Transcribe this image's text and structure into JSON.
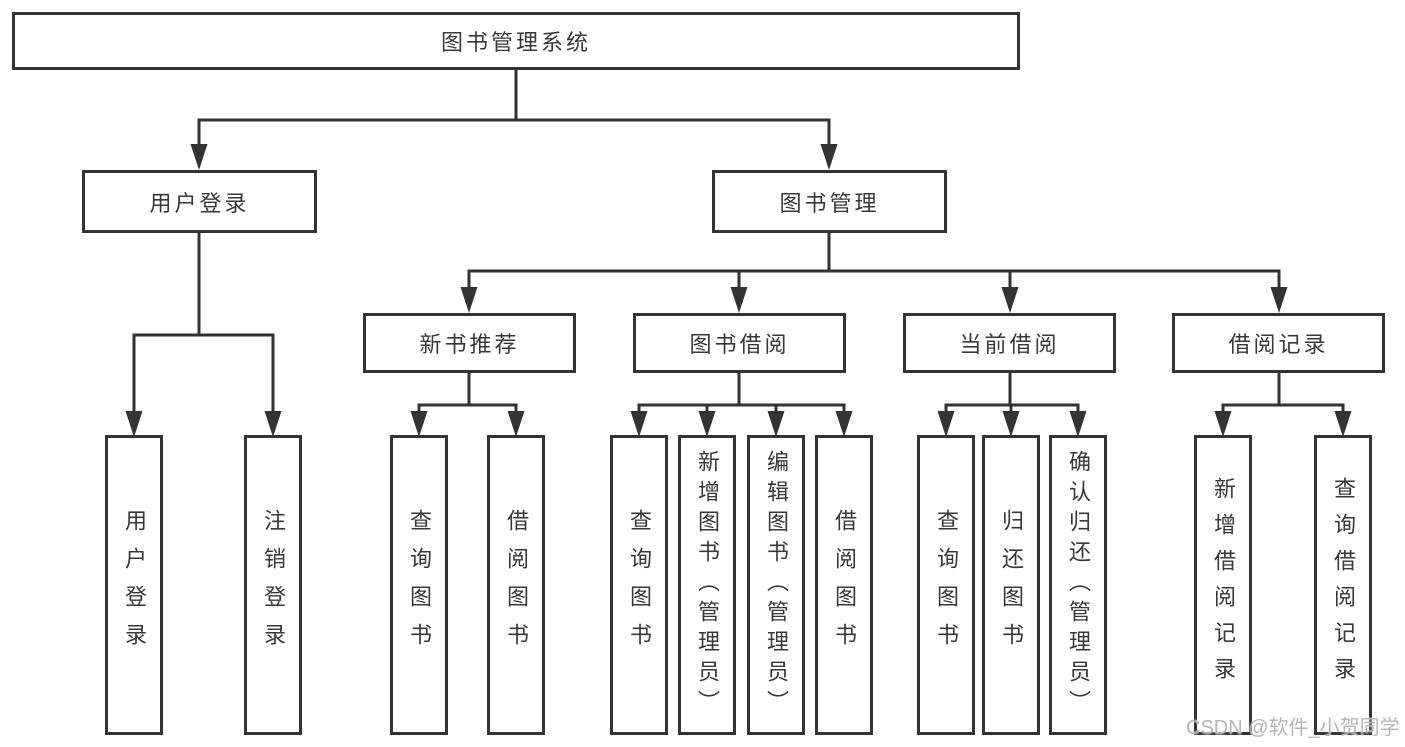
{
  "diagram_title": "图书管理系统",
  "nodes": {
    "root": {
      "label": "图书管理系统"
    },
    "userLogin": {
      "label": "用户登录"
    },
    "bookMgmt": {
      "label": "图书管理"
    },
    "newBookRec": {
      "label": "新书推荐"
    },
    "bookBorrow": {
      "label": "图书借阅"
    },
    "currentBorrow": {
      "label": "当前借阅"
    },
    "borrowRecord": {
      "label": "借阅记录"
    },
    "userLoginLeaf": {
      "label": "用户登录"
    },
    "logoutLeaf": {
      "label": "注销登录"
    },
    "recQuery": {
      "label": "查询图书"
    },
    "recBorrow": {
      "label": "借阅图书"
    },
    "bbQuery": {
      "label": "查询图书"
    },
    "bbAdd": {
      "label": "新增图书（管理员）"
    },
    "bbEdit": {
      "label": "编辑图书（管理员）"
    },
    "bbBorrow": {
      "label": "借阅图书"
    },
    "cbQuery": {
      "label": "查询图书"
    },
    "cbReturn": {
      "label": "归还图书"
    },
    "cbConfirm": {
      "label": "确认归还（管理员）"
    },
    "brAdd": {
      "label": "新增借阅记录"
    },
    "brQuery": {
      "label": "查询借阅记录"
    }
  },
  "edges": [
    {
      "from": "root",
      "to": [
        "userLogin",
        "bookMgmt"
      ]
    },
    {
      "from": "userLogin",
      "to": [
        "userLoginLeaf",
        "logoutLeaf"
      ]
    },
    {
      "from": "bookMgmt",
      "to": [
        "newBookRec",
        "bookBorrow",
        "currentBorrow",
        "borrowRecord"
      ]
    },
    {
      "from": "newBookRec",
      "to": [
        "recQuery",
        "recBorrow"
      ]
    },
    {
      "from": "bookBorrow",
      "to": [
        "bbQuery",
        "bbAdd",
        "bbEdit",
        "bbBorrow"
      ]
    },
    {
      "from": "currentBorrow",
      "to": [
        "cbQuery",
        "cbReturn",
        "cbConfirm"
      ]
    },
    {
      "from": "borrowRecord",
      "to": [
        "brAdd",
        "brQuery"
      ]
    }
  ],
  "watermark": {
    "text": "CSDN @软件_小贺同学"
  },
  "colors": {
    "line": "#333333",
    "text": "#383838",
    "watermark": "#b5b5b5",
    "background": "#ffffff"
  }
}
